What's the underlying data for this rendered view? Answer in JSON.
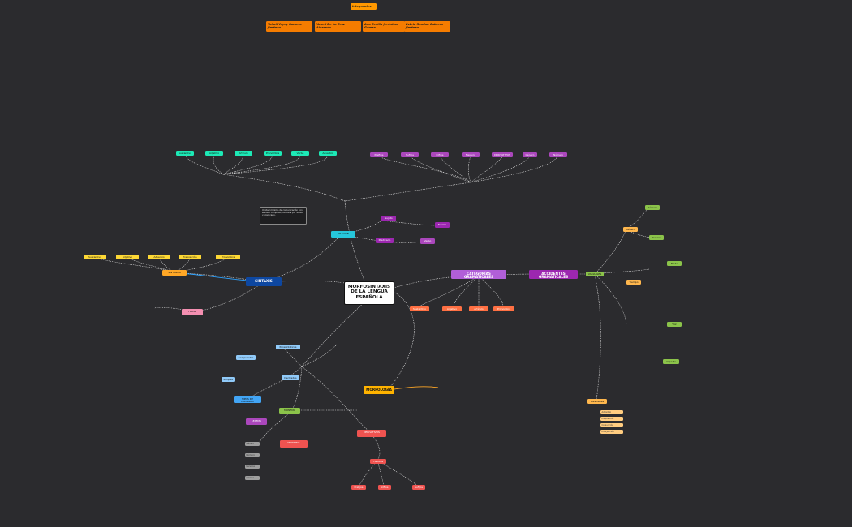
{
  "center": "MORFOSINTAXIS DE LA LENGUA ESPAÑOLA",
  "top_label": "Integrantes",
  "members": [
    "Yohali Yeyey Romero Jiménez",
    "Yaneli De La Cruz Alvarado",
    "Ana Cecilia Jerónimo Gómez",
    "Estela Romina Cabrera Jiménez"
  ],
  "sintaxis": "SINTAXIS",
  "morfologia": "MORFOLOGÍA",
  "categorias": "CATEGORÍAS GRAMATICALES",
  "accidentes": "ACCIDENTES GRAMATICALES",
  "oracion": "ORACIÓN",
  "oracion_note": "Unidad mínima de comunicación con sentido completo, formada por sujeto y predicado.",
  "sujeto": "Sujeto",
  "predicado": "Predicado",
  "nucleo": "Núcleo",
  "verbo": "Verbo",
  "sintagma": "SINTAGMA",
  "frase": "FRASE",
  "morfema": "MORFEMA",
  "monema": "MONEMA",
  "lexema": "LEXEMA",
  "derivativos": "DERIVATIVOS",
  "flexivos": "Flexivos",
  "tipos_palabras": "TIPOS DE PALABRAS",
  "simples": "Simples",
  "compuestas": "Compuestas",
  "derivadas": "Derivadas",
  "parasinteticas": "Parasintéticas",
  "sustantivo": "Sustantivo",
  "adjetivo": "Adjetivo",
  "articulo": "Artículo",
  "pronombre": "Pronombre",
  "genero": "Género",
  "numero": "Número",
  "persona": "Persona",
  "tiempo": "Tiempo",
  "modo": "Modo",
  "voz": "Voz",
  "aspecto": "Aspecto",
  "prefijos": "Prefijos",
  "sufijos": "Sufijos",
  "infijos": "Infijos",
  "variables": "VARIABLES",
  "invariables": "Invariables",
  "adverbio": "Adverbio",
  "preposicion": "Preposición",
  "conjuncion": "Conjunción",
  "interjeccion": "Interjección"
}
